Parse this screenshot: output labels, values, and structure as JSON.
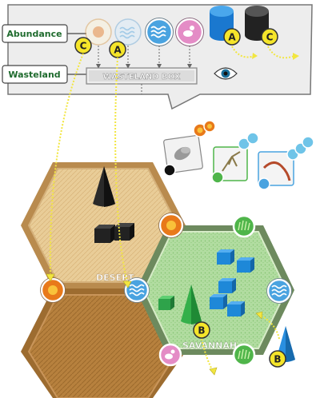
{
  "board": {
    "abundance_label": "Abundance",
    "wasteland_label": "Wasteland",
    "wasteland_box_label": "WASTELAND BOX"
  },
  "markers": {
    "c_top": "C",
    "a_top": "A",
    "a_right": "A",
    "c_right": "C",
    "b_center": "B",
    "b_bottom": "B"
  },
  "tiles": {
    "desert": "DESERT",
    "savannah": "SAVANNAH"
  },
  "elements": [
    "sun",
    "water",
    "seed",
    "grass"
  ],
  "colors": {
    "panel_bg": "#ececec",
    "label_green": "#1f6b2e",
    "sun_orange": "#e8791a",
    "water_blue": "#4aa3e0",
    "seed_pink": "#e48cc6",
    "grass_green": "#4fb54a",
    "desert_sand": "#e7c893",
    "desert_dark": "#b07a35",
    "savannah_green": "#a9d89a",
    "marker_yellow": "#f5e52a",
    "arrow_yellow": "#f2e640",
    "cube_blue": "#1e88d8",
    "cone_black": "#2a2a2a",
    "cone_green": "#34b04a",
    "cone_blue": "#2a8fe0"
  }
}
